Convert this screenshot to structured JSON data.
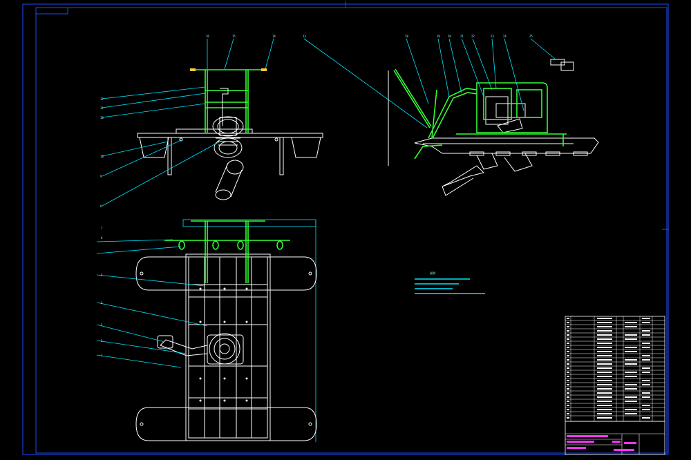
{
  "drawing": {
    "colors": {
      "background": "#000000",
      "frame": "#1a4cff",
      "outline": "#ffffff",
      "structure": "#33ff33",
      "leader": "#00e5ff",
      "title_text": "#ff33ff"
    },
    "front_view_balloons_top": [
      "16",
      "15",
      "14",
      "13"
    ],
    "front_view_balloons_left": [
      "12",
      "11",
      "10",
      "10",
      "9",
      "8"
    ],
    "side_view_balloons_top": [
      "18",
      "19",
      "20",
      "21",
      "22",
      "23",
      "24",
      "25"
    ],
    "plan_view_balloons_left": [
      "7",
      "6",
      "5",
      "4",
      "3",
      "2",
      "1"
    ],
    "notes_title": "说明"
  }
}
